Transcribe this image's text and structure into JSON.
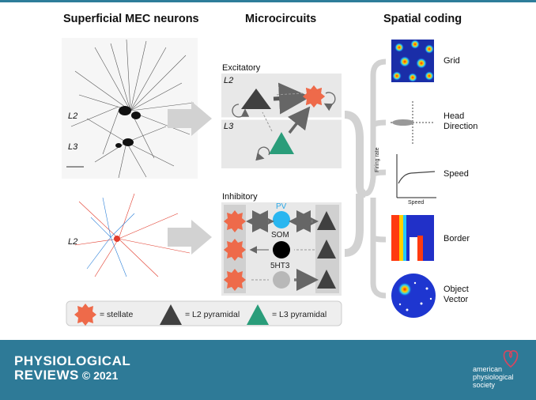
{
  "headings": {
    "neurons": "Superficial MEC neurons",
    "microcircuits": "Microcircuits",
    "spatial": "Spatial coding"
  },
  "neuron_layers": {
    "l2_top": "L2",
    "l3": "L3",
    "l2_bottom": "L2"
  },
  "excitatory": {
    "title": "Excitatory",
    "l2": "L2",
    "l3": "L3"
  },
  "inhibitory": {
    "title": "Inhibitory",
    "pv": "PV",
    "som": "SOM",
    "ht3": "5HT3"
  },
  "coding": {
    "grid": "Grid",
    "head_direction": "Head\nDirection",
    "speed": "Speed",
    "firing_rate_axis": "Firing rate",
    "speed_axis": "Speed",
    "border": "Border",
    "object_vector": "Object\nVector"
  },
  "legend": {
    "stellate": "= stellate",
    "l2_pyramidal": "= L2 pyramidal",
    "l3_pyramidal": "= L3 pyramidal"
  },
  "footer": {
    "brand_line1": "PHYSIOLOGICAL",
    "brand_line2": "REVIEWS",
    "year": "© 2021",
    "society": "american\nphysiological\nsociety"
  },
  "colors": {
    "stellate": "#ee6a4a",
    "pyramidal_l2": "#404040",
    "pyramidal_l3": "#2a9d7a",
    "pv": "#29b6f0",
    "som": "#000000",
    "ht3": "#b8b8b8",
    "footer": "#2e7a97",
    "panel": "#e6e6e6"
  }
}
